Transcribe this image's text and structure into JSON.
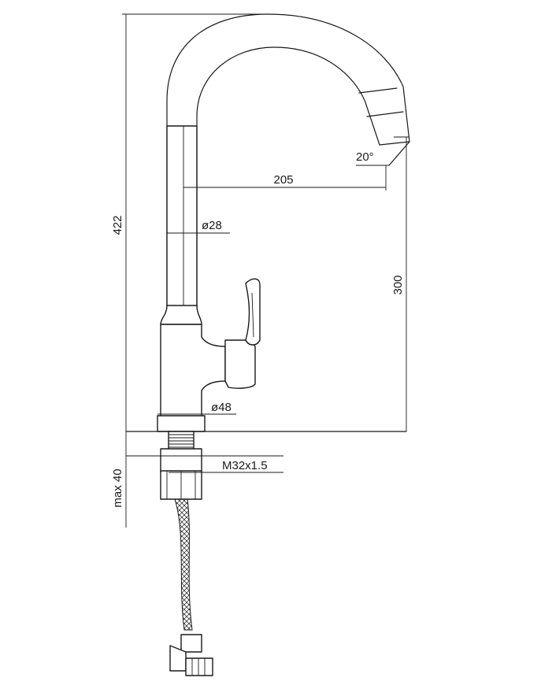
{
  "dimensions": {
    "total_height": "422",
    "outlet_height": "300",
    "reach": "205",
    "spout_diameter": "ø28",
    "body_diameter": "ø48",
    "thread": "M32x1.5",
    "max_counter_thickness": "max 40",
    "spout_angle": "20°"
  }
}
